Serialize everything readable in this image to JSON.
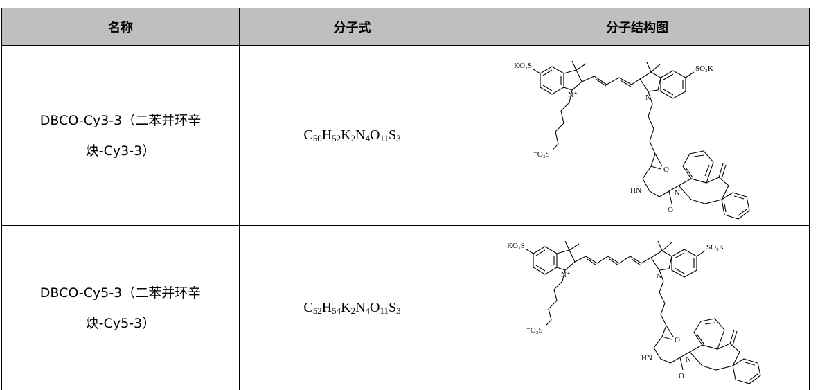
{
  "table": {
    "headers": {
      "name": "名称",
      "formula": "分子式",
      "structure": "分子结构图"
    },
    "rows": [
      {
        "name_line1": "DBCO-Cy3-3（二苯并环辛",
        "name_line2": "炔-Cy3-3）",
        "formula": {
          "C": "C",
          "c": "50",
          "H": "H",
          "h": "52",
          "K": "K",
          "k": "2",
          "N": "N",
          "n": "4",
          "O": "O",
          "o": "11",
          "S": "S",
          "s": "3"
        },
        "labels": {
          "kso3s": "KO₃S",
          "so3k": "SO₃K",
          "nplus": "N⁺",
          "n": "N",
          "o3s": "⁻O₃S",
          "o_amide": "O",
          "hn": "HN",
          "n_dbco": "N",
          "o_dbco": "O"
        }
      },
      {
        "name_line1": "DBCO-Cy5-3（二苯并环辛",
        "name_line2": "炔-Cy5-3）",
        "formula": {
          "C": "C",
          "c": "52",
          "H": "H",
          "h": "54",
          "K": "K",
          "k": "2",
          "N": "N",
          "n": "4",
          "O": "O",
          "o": "11",
          "S": "S",
          "s": "3"
        },
        "labels": {
          "kso3s": "KO₃S",
          "so3k": "SO₃K",
          "nplus": "N⁺",
          "n": "N",
          "o3s": "⁻O₃S",
          "o_amide": "O",
          "hn": "HN",
          "n_dbco": "N",
          "o_dbco": "O"
        }
      }
    ]
  }
}
